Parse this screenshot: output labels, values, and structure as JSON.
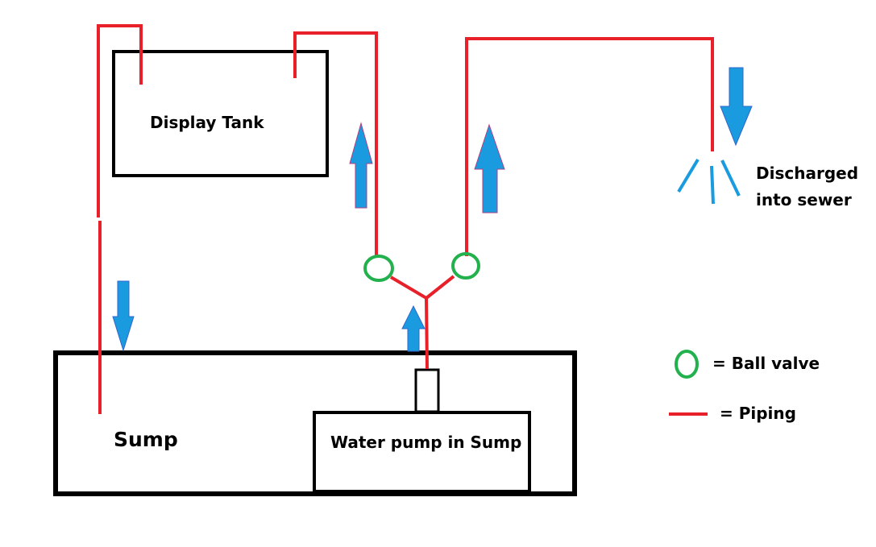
{
  "labels": {
    "display_tank": "Display Tank",
    "sump": "Sump",
    "water_pump": "Water pump in Sump",
    "discharge_line1": "Discharged",
    "discharge_line2": "into sewer"
  },
  "legend": {
    "ball_valve": "= Ball valve",
    "piping": "= Piping"
  },
  "colors": {
    "pipe": "#e8202a",
    "valve": "#22b14c",
    "arrow": "#1a9be0",
    "outline": "#000000"
  }
}
